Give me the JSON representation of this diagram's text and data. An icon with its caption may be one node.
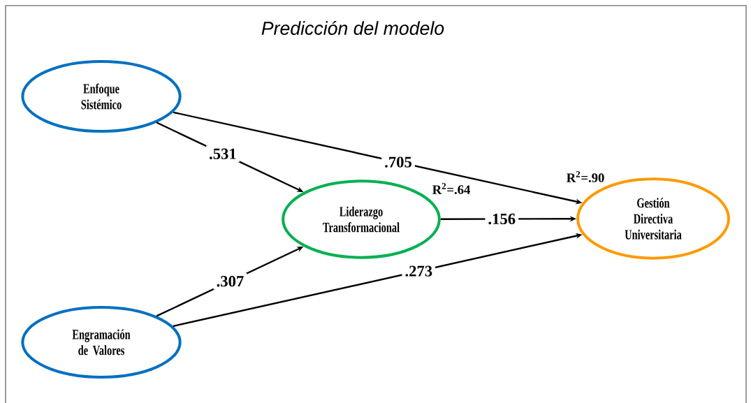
{
  "diagram": {
    "title": "Predicción del modelo",
    "nodes": [
      {
        "text": [
          "Enfoque Sistémico"
        ]
      },
      {
        "text": [
          "Engramación de Valores"
        ]
      },
      {
        "text": [
          "Liderazgo Transformacional"
        ],
        "beside": [
          "R$^{2}$=.64"
        ]
      },
      {
        "text": [
          "Gestión Directiva Universitaria"
        ],
        "beside": [
          "R$^{2}$=.90"
        ]
      }
    ],
    "edges": [
      {
        "from": 0,
        "to": 2,
        "arrow": "to",
        "label": ".531"
      },
      {
        "from": 0,
        "to": 3,
        "arrow": "to",
        "label": ".705"
      },
      {
        "from": 2,
        "to": 3,
        "arrow": "to",
        "label": ".156"
      },
      {
        "from": 1,
        "to": 2,
        "arrow": "to",
        "label": ".307"
      },
      {
        "from": 1,
        "to": 3,
        "arrow": "to",
        "label": ".273"
      }
    ]
  }
}
